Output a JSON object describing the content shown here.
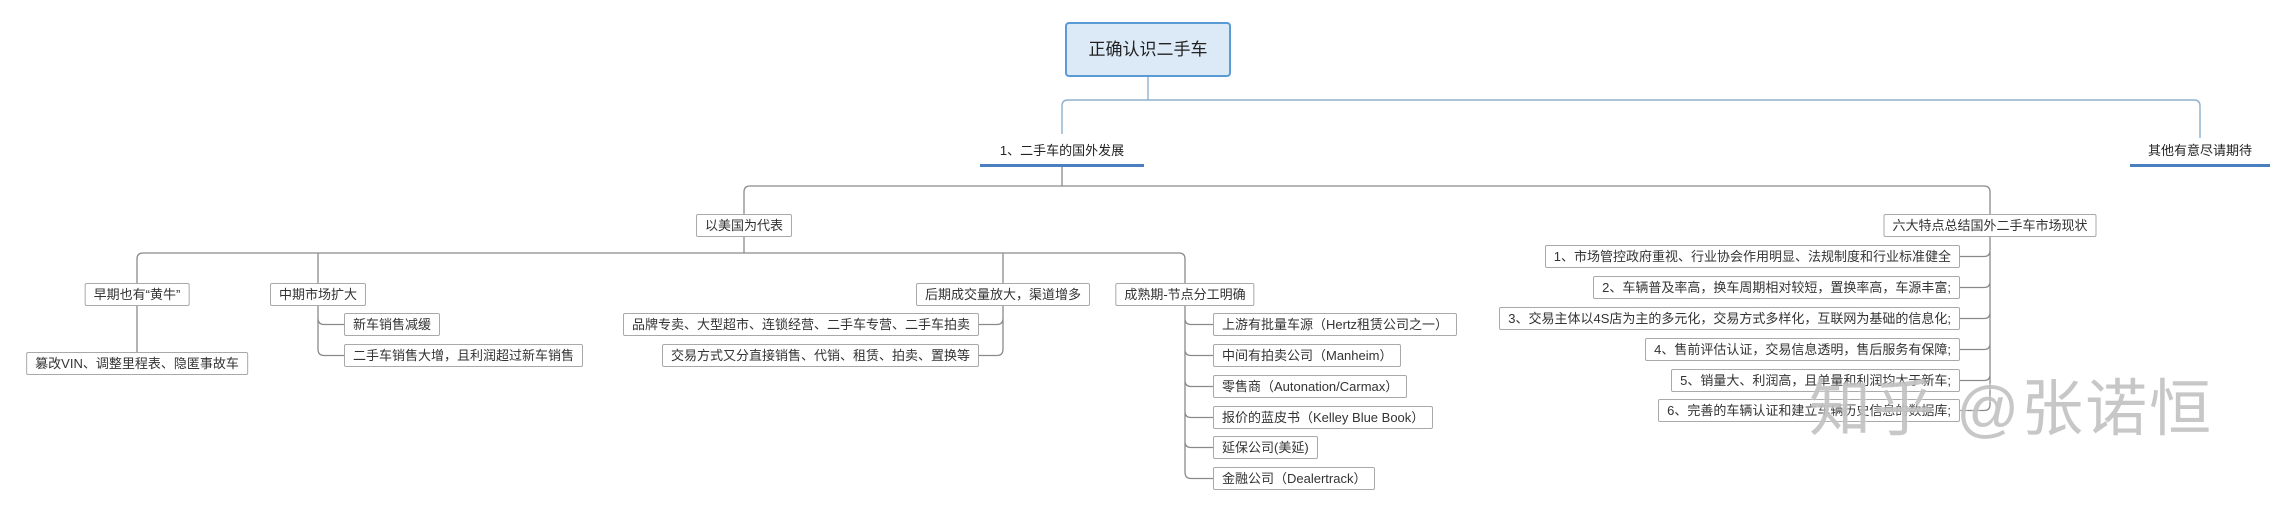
{
  "root": {
    "label": "正确认识二手车"
  },
  "branches": {
    "foreign": {
      "label": "1、二手车的国外发展"
    },
    "other": {
      "label": "其他有意尽请期待"
    }
  },
  "usa": {
    "label": "以美国为代表",
    "early": {
      "label": "早期也有“黄牛”",
      "items": [
        "篡改VIN、调整里程表、隐匿事故车"
      ]
    },
    "middle": {
      "label": "中期市场扩大",
      "items": [
        "新车销售减缓",
        "二手车销售大增，且利润超过新车销售"
      ]
    },
    "later": {
      "label": "后期成交量放大，渠道增多",
      "items": [
        "品牌专卖、大型超市、连锁经营、二手车专营、二手车拍卖",
        "交易方式又分直接销售、代销、租赁、拍卖、置换等"
      ]
    },
    "mature": {
      "label": "成熟期-节点分工明确",
      "items": [
        "上游有批量车源（Hertz租赁公司之一）",
        "中间有拍卖公司（Manheim）",
        "零售商（Autonation/Carmax）",
        "报价的蓝皮书（Kelley Blue Book）",
        "延保公司(美延)",
        "金融公司（Dealertrack）"
      ]
    }
  },
  "features": {
    "label": "六大特点总结国外二手车市场现状",
    "items": [
      "1、市场管控政府重视、行业协会作用明显、法规制度和行业标准健全",
      "2、车辆普及率高，换车周期相对较短，置换率高，车源丰富;",
      "3、交易主体以4S店为主的多元化，交易方式多样化，互联网为基础的信息化;",
      "4、售前评估认证，交易信息透明，售后服务有保障;",
      "5、销量大、利润高，且单量和利润均大于新车;",
      "6、完善的车辆认证和建立车辆历史信息的数据库;"
    ]
  },
  "watermark": "知乎 @张诺恒",
  "colors": {
    "root_border": "#5b9bd5",
    "root_fill": "#dce9f7",
    "branch_underline": "#4a7fc0",
    "top_link": "#8fb0cc",
    "link": "#8a8a8a",
    "node_border": "#a9a9a9"
  }
}
